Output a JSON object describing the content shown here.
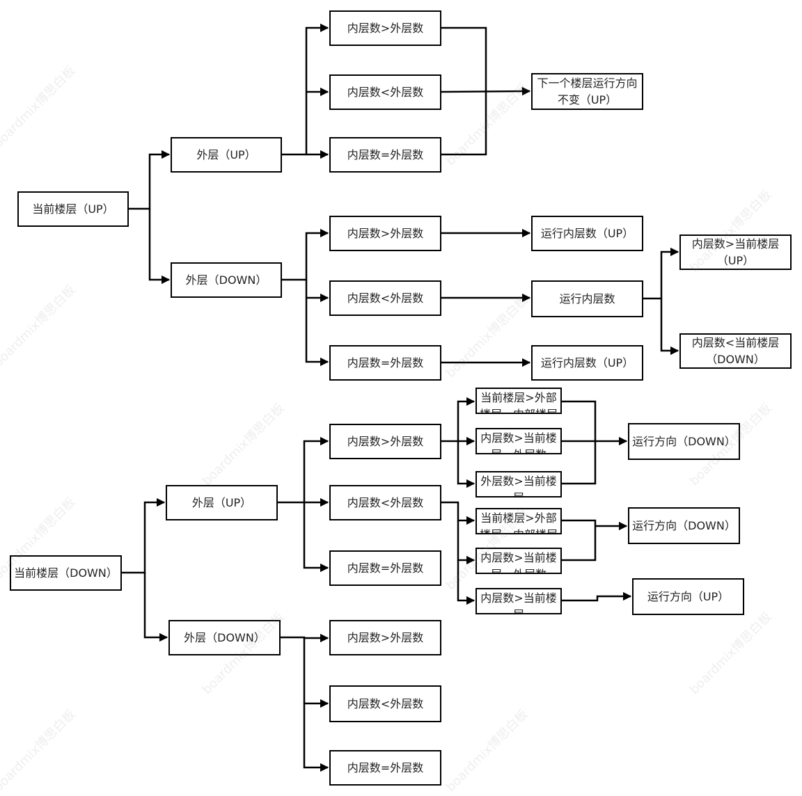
{
  "nodes": {
    "n1": "当前楼层（UP）",
    "n2": "外层（UP）",
    "n3": "外层（DOWN）",
    "n4": "内层数>外层数",
    "n5": "内层数<外层数",
    "n6": "内层数=外层数",
    "n7": "下一个楼层运行方向不变（UP）",
    "n8": "内层数>外层数",
    "n9": "内层数<外层数",
    "n10": "内层数=外层数",
    "n11": "运行内层数（UP）",
    "n12": "运行内层数",
    "n13": "运行内层数（UP）",
    "n14": "内层数>当前楼层（UP）",
    "n15": "内层数<当前楼层（DOWN）",
    "n16": "当前楼层（DOWN）",
    "n17": "外层（UP）",
    "n18": "外层（DOWN）",
    "n19": "内层数>外层数",
    "n20": "内层数<外层数",
    "n21": "内层数=外层数",
    "n22": "当前楼层>外部楼层，内部楼层",
    "n23": "内层数>当前楼层，外层数",
    "n24": "外层数>当前楼层",
    "n25": "运行方向（DOWN）",
    "n26": "当前楼层>外部楼层，内部楼层",
    "n27": "内层数>当前楼层，外层数",
    "n28": "内层数>当前楼层",
    "n29": "运行方向（DOWN）",
    "n30": "运行方向（UP）",
    "n31": "内层数>外层数",
    "n32": "内层数<外层数",
    "n33": "内层数=外层数"
  },
  "watermark": "boardmix博思白板"
}
